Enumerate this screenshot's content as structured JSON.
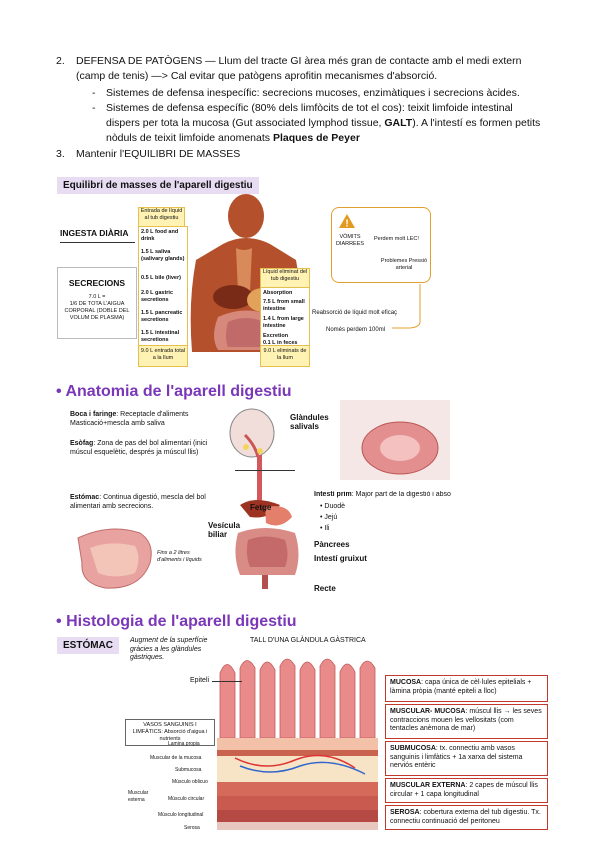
{
  "list": {
    "item2_num": "2.",
    "item2_text": "DEFENSA DE PATÒGENS — Llum del tracte GI àrea més gran de contacte amb el medi extern (camp de tenis) —> Cal evitar que patògens aprofitin mecanismes d'absorció.",
    "sub1": "Sistemes de defensa inespecífic: secrecions mucoses, enzimàtiques i secrecions àcides.",
    "sub2_a": "Sistemes de defensa específic (80% dels limfòcits de tot el cos): teixit limfoide intestinal dispers per tota la mucosa (Gut associated lymphod tissue, ",
    "sub2_galt": "GALT",
    "sub2_b": "). A l'intestí es formen petits nòduls de teixit limfoide anomenats ",
    "sub2_peyer": "Plaques de Peyer",
    "item3_num": "3.",
    "item3_text": "Mantenir l'EQUILIBRI DE MASSES"
  },
  "fig1": {
    "title": "Equilibri de masses de l'aparell digestiu",
    "ingesta": "INGESTA DIÀRIA",
    "secrecions": "SECRECIONS",
    "secrecions_note": "7.0 L =\n1/6 DE TOTA L'AIGUA CORPORAL (DOBLE DEL VOLUM DE PLASMA)",
    "entrada_title": "Entrada de líquid al tub digestiu",
    "entrada_items": [
      "2.0 L food and drink",
      "1.5 L saliva (salivary glands)",
      "0.5 L bile (liver)",
      "2.0 L gastric secretions",
      "1.5 L pancreatic secretions",
      "1.5 L intestinal secretions"
    ],
    "entrada_total": "9.0 L entrada total a la llum",
    "eliminat_title": "Líquid eliminat del tub digestiu",
    "absorption": "Absorption",
    "abs_small": "7.5 L from small intestine",
    "abs_large": "1.4 L from large intestine",
    "excretion": "Excretion",
    "excretion_val": "0.1 L in feces",
    "eliminat_total": "9.0 L eliminats de la llum",
    "vomits": "VÒMITS DIARREES",
    "perdem": "Perdem molt LEC!",
    "problemes": "Problemes Pressió arterial",
    "reabsorcio": "Reabsorció de líquid molt eficaç",
    "nomes": "Només perdem 100ml"
  },
  "anatomy": {
    "heading": "Anatomia de l'aparell digestiu",
    "boca_title": "Boca i faringe",
    "boca_text": ": Receptacle d'aliments Masticació+mescla amb saliva",
    "esofag_title": "Esòfag",
    "esofag_text": ": Zona de pas del bol alimentari (inici múscul esquelètic, després ja múscul llis)",
    "estomac_title": "Estómac",
    "estomac_text": ": Continua digestió, mescla del bol alimentari amb secrecions.",
    "glandules": "Glàndules salivals",
    "fetge": "Fetge",
    "vesicula": "Vesícula biliar",
    "intesti_prim_title": "Intestí prim",
    "intesti_prim_text": ": Major part de la digestió i abso",
    "intesti_items": [
      "Duodè",
      "Jejú",
      "Ili"
    ],
    "pancrees": "Pàncrees",
    "intesti_gruixut": "Intestí gruixut",
    "recte": "Recte",
    "fins": "Fins a 2 litres d'aliments i líquids"
  },
  "histology": {
    "heading": "Histologia de l'aparell digestiu",
    "estomac": "ESTÓMAC",
    "augment": "Augment de la superfície gràcies a les glàndules gàstriques.",
    "tall": "TALL D'UNA GLÀNDULA GÀSTRICA",
    "epiteli": "Epiteli",
    "vasos": "VASOS SANGUINIS I LIMFÀTICS: Absorció d'aigua i nutrients",
    "left_labels": [
      "Lamina propia",
      "Muscular de la mucosa",
      "Submucosa",
      "Músculo oblicuo",
      "Músculo circular",
      "Músculo longitudinal",
      "Serosa"
    ],
    "muscular_externa_label": "Muscular externa",
    "mucosa_t": "MUCOSA",
    "mucosa_d": ": capa única de cèl·lules epitelials + làmina pròpia (manté epiteli a lloc)",
    "musc_mucosa_t": "MUSCULAR- MUCOSA",
    "musc_mucosa_d": ": múscul llis → les seves contraccions mouen les vellositats (com tentacles anèmona de mar)",
    "submucosa_t": "SUBMUCOSA",
    "submucosa_d": ": tx. connectiu amb vasos sanguinis i limfàtics + 1a xarxa del sistema nerviós entèric",
    "musc_ext_t": "MUSCULAR EXTERNA",
    "musc_ext_d": ": 2 capes de múscul llis circular + 1 capa longitudinal",
    "serosa_t": "SEROSA",
    "serosa_d": ": cobertura externa del tub digestiu. Tx. connectiu continuació del peritoneu"
  }
}
